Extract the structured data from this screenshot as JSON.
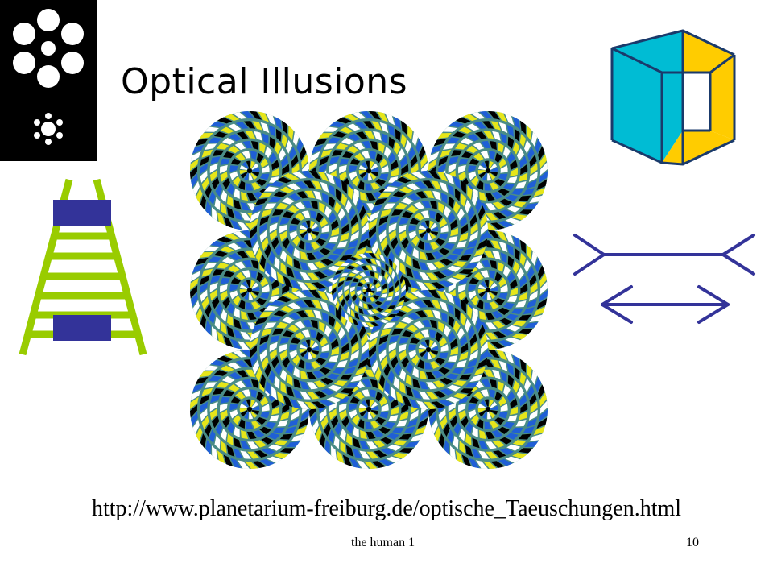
{
  "slide": {
    "title": "Optical Illusions",
    "source_url": "http://www.planetarium-freiburg.de/optische_Taeuschungen.html",
    "footer_text": "the human 1",
    "page_number": "10"
  },
  "images": {
    "ebbinghaus": "ebbinghaus-illusion-icon",
    "ponzo": "ponzo-ladder-illusion-icon",
    "rotating_snakes": "rotating-snakes-illusion-icon",
    "necker_cube": "necker-cube-illusion-icon",
    "muller_lyer": "muller-lyer-illusion-icon"
  },
  "colors": {
    "background": "#ffffff",
    "text": "#000000",
    "ladder_green": "#99cc00",
    "ladder_bar": "#333399",
    "cube_cyan": "#00bcd4",
    "cube_yellow": "#ffcc00",
    "cube_edge": "#1a3a6b",
    "arrow_navy": "#333399",
    "snake_blue": "#1f5fd6",
    "snake_yellow": "#e6e61a",
    "snake_teal": "#4a8c86"
  }
}
